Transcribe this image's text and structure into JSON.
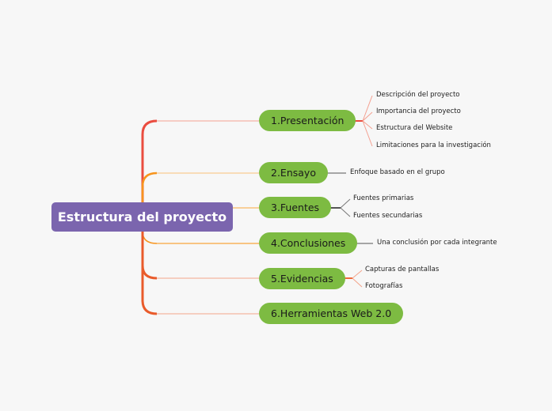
{
  "root": {
    "label": "Estructura del proyecto",
    "color": "#7b65ae"
  },
  "topics": [
    {
      "label": "1.Presentación",
      "branch_color": "#f0564a",
      "subtopics": [
        "Descripción del proyecto",
        "Importancia del proyecto",
        "Estructura del Website",
        "Limitaciones para la investigación"
      ]
    },
    {
      "label": "2.Ensayo",
      "branch_color": "#f5a623",
      "subtopics": [
        "Enfoque basado en el grupo"
      ]
    },
    {
      "label": "3.Fuentes",
      "branch_color": "#f5a623",
      "subtopics": [
        "Fuentes primarias",
        "Fuentes secundarias"
      ]
    },
    {
      "label": "4.Conclusiones",
      "branch_color": "#f5a623",
      "subtopics": [
        "Una conclusión por cada integrante"
      ]
    },
    {
      "label": "5.Evidencias",
      "branch_color": "#ee6a3c",
      "subtopics": [
        "Capturas de pantallas",
        "Fotografías"
      ]
    },
    {
      "label": "6.Herramientas Web 2.0",
      "branch_color": "#ee6a3c",
      "subtopics": []
    }
  ],
  "colors": {
    "topic_fill": "#7dbb42",
    "background": "#f7f7f7"
  }
}
